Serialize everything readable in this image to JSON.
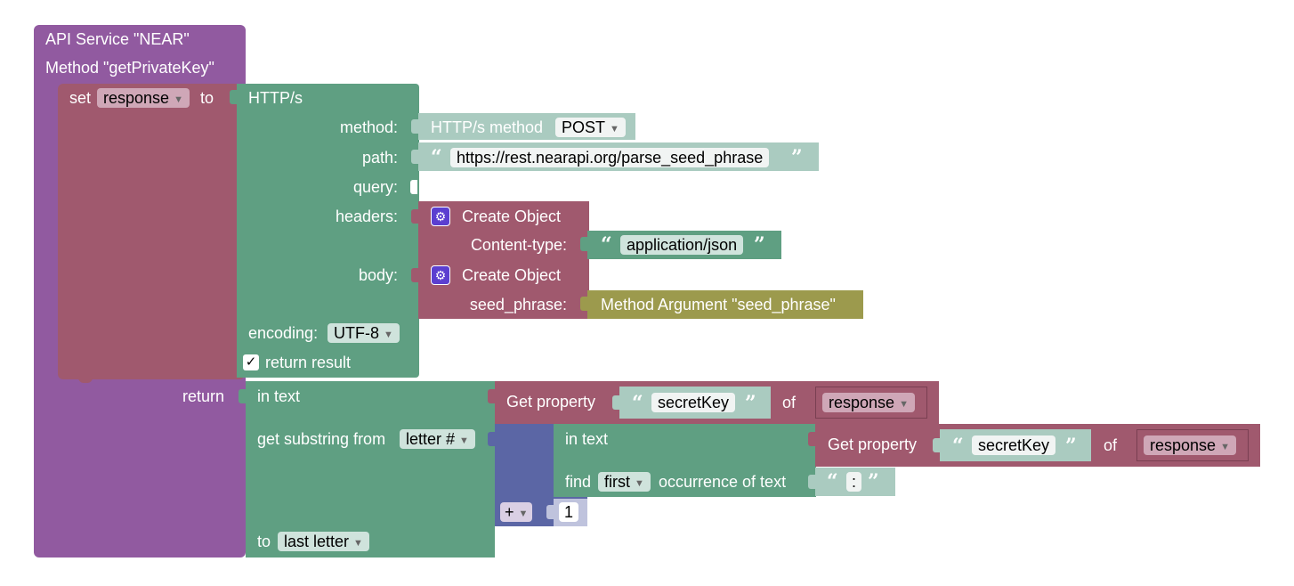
{
  "service": {
    "api_label": "API Service \"NEAR\"",
    "method_label": "Method \"getPrivateKey\""
  },
  "set_block": {
    "set_label": "set",
    "variable": "response",
    "to_label": "to"
  },
  "http_block": {
    "title": "HTTP/s",
    "method_label": "method:",
    "method_block_label": "HTTP/s method",
    "method_value": "POST",
    "path_label": "path:",
    "path_value": "https://rest.nearapi.org/parse_seed_phrase",
    "query_label": "query:",
    "headers_label": "headers:",
    "body_label": "body:",
    "encoding_label": "encoding:",
    "encoding_value": "UTF-8",
    "return_result_label": "return result",
    "return_result_checked": "✓"
  },
  "headers_object": {
    "title": "Create Object",
    "key": "Content-type:",
    "value": "application/json"
  },
  "body_object": {
    "title": "Create Object",
    "key": "seed_phrase:",
    "value_block": "Method Argument \"seed_phrase\""
  },
  "return_block": {
    "return_label": "return",
    "in_text_label": "in text",
    "get_substring_label": "get substring from",
    "from_option": "letter #",
    "to_label": "to",
    "to_option": "last letter"
  },
  "get_property_1": {
    "label": "Get property",
    "property": "secretKey",
    "of_label": "of",
    "variable": "response"
  },
  "find_block": {
    "in_text_label": "in text",
    "find_label": "find",
    "occurrence_option": "first",
    "occurrence_label": "occurrence of text",
    "search_text": ":"
  },
  "get_property_2": {
    "label": "Get property",
    "property": "secretKey",
    "of_label": "of",
    "variable": "response"
  },
  "math_block": {
    "operator": "+",
    "operand": "1"
  },
  "icons": {
    "gear": "gear-icon",
    "quote_open": "“",
    "quote_close": "”",
    "dropdown": "▾"
  },
  "colors": {
    "procedure": "#915aa0",
    "variables": "#a0596e",
    "http": "#5f9f82",
    "text": "#aacbc0",
    "argument": "#9c9a4d",
    "math": "#5b66a5"
  }
}
